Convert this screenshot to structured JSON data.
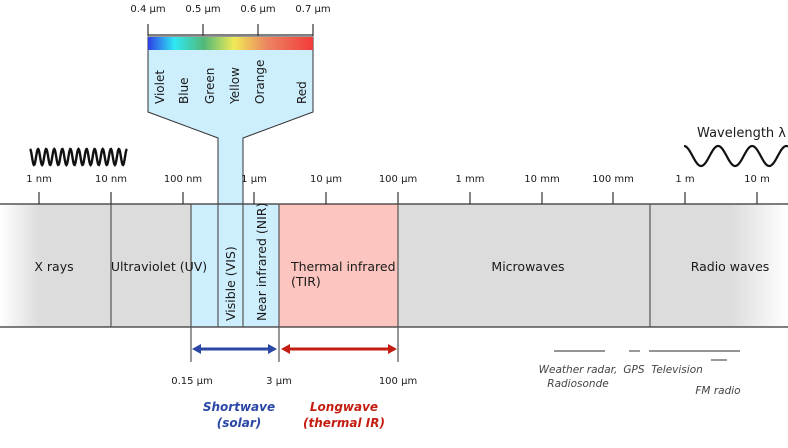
{
  "title": "Electromagnetic spectrum",
  "wavelength_label": "Wavelength λ",
  "visible_scale": {
    "ticks": [
      "0.4 µm",
      "0.5 µm",
      "0.6 µm",
      "0.7 µm"
    ],
    "colors": [
      "Violet",
      "Blue",
      "Green",
      "Yellow",
      "Orange",
      "Red"
    ]
  },
  "main_scale": {
    "ticks": [
      "1 nm",
      "10 nm",
      "100 nm",
      "1 µm",
      "10 µm",
      "100 µm",
      "1 mm",
      "10 mm",
      "100 mm",
      "1 m",
      "10 m"
    ]
  },
  "bands": [
    {
      "name": "X rays",
      "color": "#dcdcdc"
    },
    {
      "name": "Ultraviolet (UV)",
      "color": "#dcdcdc"
    },
    {
      "name": "Visible (VIS)",
      "color": "#cdeefc"
    },
    {
      "name": "Near infrared (NIR)",
      "color": "#cdeefc"
    },
    {
      "name": "Thermal infrared",
      "name_line2": "(TIR)",
      "color": "#fcc5bf"
    },
    {
      "name": "Microwaves",
      "color": "#dcdcdc"
    },
    {
      "name": "Radio waves",
      "color": "#dcdcdc"
    }
  ],
  "ranges": {
    "shortwave": {
      "start": "0.15 µm",
      "end": "3 µm",
      "label": "Shortwave",
      "sublabel": "(solar)",
      "color": "#2a47a6"
    },
    "longwave": {
      "start": "3 µm",
      "end": "100 µm",
      "label": "Longwave",
      "sublabel": "(thermal IR)",
      "color": "#c41d12"
    }
  },
  "applications": [
    {
      "label": "Weather radar,",
      "label2": "Radiosonde"
    },
    {
      "label": "GPS"
    },
    {
      "label": "Television"
    },
    {
      "label": "FM radio"
    }
  ],
  "colors": {
    "gray_band": "#dcdcdc",
    "blue_band": "#cdeefc",
    "red_band": "#fcc5bf",
    "line": "#333333"
  }
}
